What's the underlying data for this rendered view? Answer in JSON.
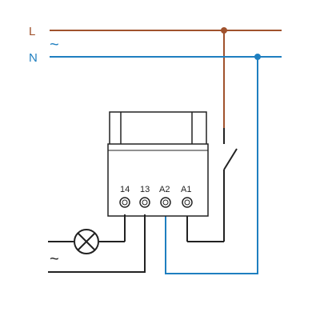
{
  "lines": {
    "live_label": "L",
    "neutral_label": "N",
    "ac_symbol": "~",
    "colors": {
      "live": "#a0522d",
      "neutral": "#1f7fc0",
      "wire": "#222222"
    }
  },
  "relay": {
    "terminals": [
      "14",
      "13",
      "A2",
      "A1"
    ]
  },
  "load": {
    "ac_symbol": "~",
    "icon": "lamp-icon"
  },
  "switch": {
    "icon": "switch-icon"
  }
}
